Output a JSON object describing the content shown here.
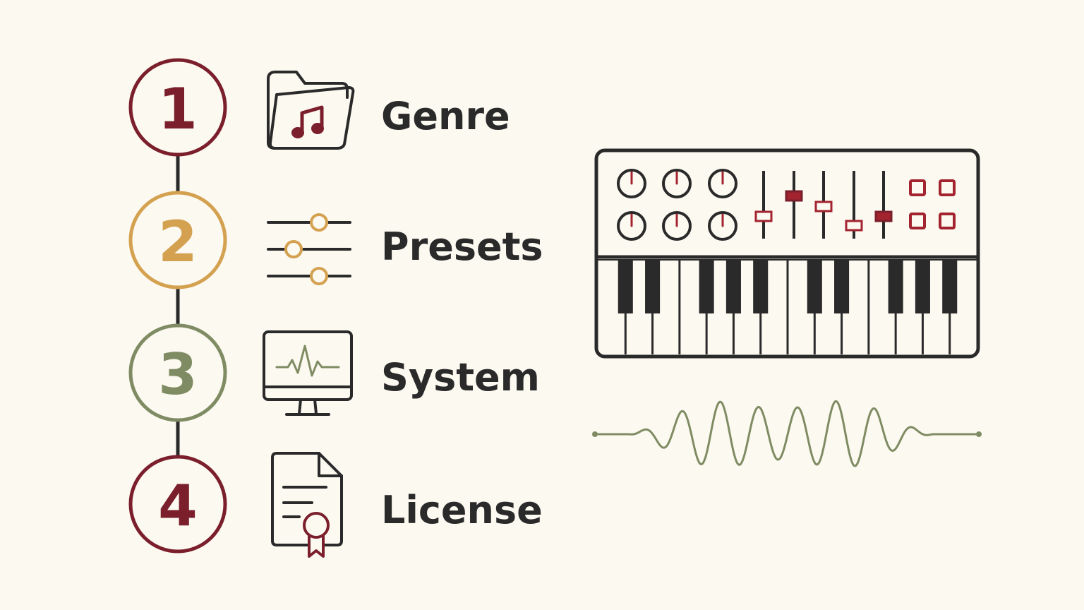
{
  "steps": [
    {
      "number": "1",
      "label": "Genre",
      "icon": "music-folder-icon",
      "color": "#7a1f2b"
    },
    {
      "number": "2",
      "label": "Presets",
      "icon": "sliders-icon",
      "color": "#d4a150"
    },
    {
      "number": "3",
      "label": "System",
      "icon": "monitor-waveform-icon",
      "color": "#7f8c63"
    },
    {
      "number": "4",
      "label": "License",
      "icon": "certificate-document-icon",
      "color": "#7a1f2b"
    }
  ],
  "illustration": {
    "keyboard_icon": "midi-keyboard-controller-icon",
    "wave_icon": "audio-waveform-icon",
    "colors": {
      "outline": "#2a2a2a",
      "accent": "#a3232f",
      "wave": "#7f8c63",
      "background": "#fcf9f1"
    }
  }
}
